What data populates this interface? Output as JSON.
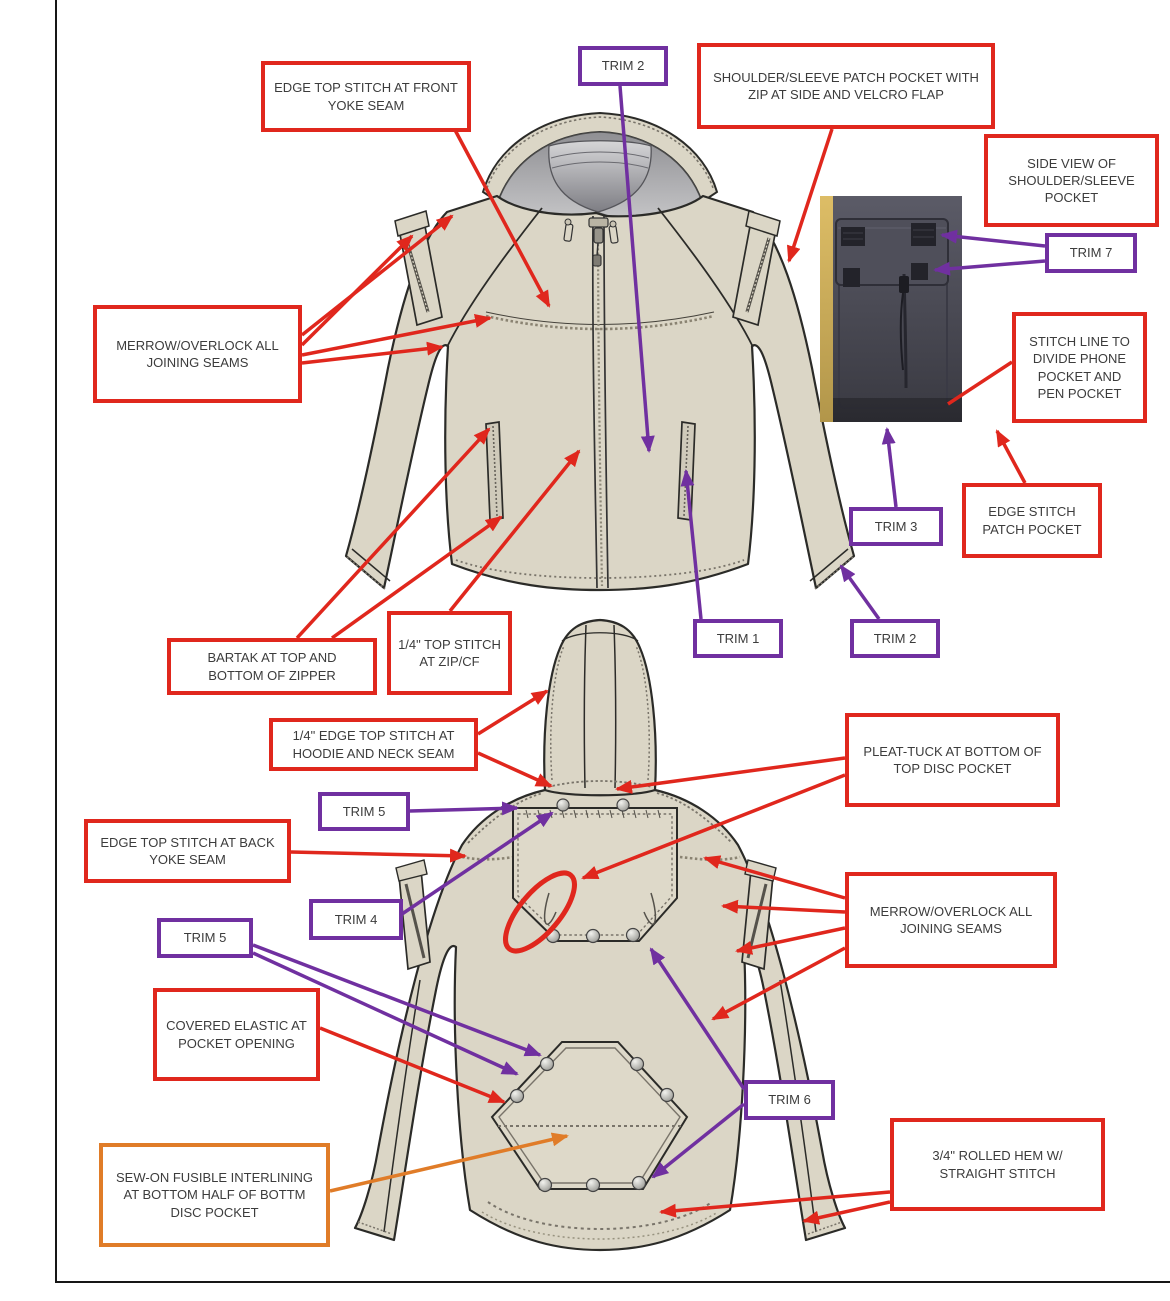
{
  "colors": {
    "annotation_red": "#e0271d",
    "annotation_purple": "#7030a0",
    "annotation_orange": "#e07c28",
    "fabric_beige": "#dbd6c6",
    "outline": "#2b2b28"
  },
  "callouts": [
    {
      "id": "trim2-top",
      "color": "purple",
      "label": "TRIM 2"
    },
    {
      "id": "edge-top-stitch-front-yoke",
      "color": "red",
      "label": "EDGE TOP STITCH AT FRONT YOKE SEAM"
    },
    {
      "id": "shoulder-sleeve-patch",
      "color": "red",
      "label": "SHOULDER/SLEEVE PATCH POCKET WITH ZIP AT SIDE AND VELCRO FLAP"
    },
    {
      "id": "side-view-pocket",
      "color": "red",
      "label": "SIDE VIEW OF SHOULDER/SLEEVE POCKET"
    },
    {
      "id": "trim7",
      "color": "purple",
      "label": "TRIM 7"
    },
    {
      "id": "merrow-left",
      "color": "red",
      "label": "MERROW/OVERLOCK ALL JOINING SEAMS"
    },
    {
      "id": "stitch-line-divide",
      "color": "red",
      "label": "STITCH LINE TO DIVIDE PHONE POCKET AND PEN POCKET"
    },
    {
      "id": "trim3",
      "color": "purple",
      "label": "TRIM 3"
    },
    {
      "id": "edge-stitch-patch-pocket",
      "color": "red",
      "label": "EDGE STITCH PATCH POCKET"
    },
    {
      "id": "bartak",
      "color": "red",
      "label": "BARTAK AT TOP AND BOTTOM OF ZIPPER"
    },
    {
      "id": "quarter-top-stitch-zip",
      "color": "red",
      "label": "1/4\" TOP STITCH AT ZIP/CF"
    },
    {
      "id": "trim1",
      "color": "purple",
      "label": "TRIM 1"
    },
    {
      "id": "trim2-mid",
      "color": "purple",
      "label": "TRIM 2"
    },
    {
      "id": "quarter-edge-top-stitch-hoodie",
      "color": "red",
      "label": "1/4\" EDGE TOP STITCH AT HOODIE AND NECK SEAM"
    },
    {
      "id": "pleat-tuck",
      "color": "red",
      "label": "PLEAT-TUCK AT BOTTOM OF TOP DISC POCKET"
    },
    {
      "id": "trim5-a",
      "color": "purple",
      "label": "TRIM 5"
    },
    {
      "id": "edge-top-stitch-back-yoke",
      "color": "red",
      "label": "EDGE TOP STITCH AT BACK YOKE SEAM"
    },
    {
      "id": "trim4",
      "color": "purple",
      "label": "TRIM 4"
    },
    {
      "id": "trim5-b",
      "color": "purple",
      "label": "TRIM 5"
    },
    {
      "id": "merrow-right",
      "color": "red",
      "label": "MERROW/OVERLOCK ALL JOINING SEAMS"
    },
    {
      "id": "covered-elastic",
      "color": "red",
      "label": "COVERED ELASTIC AT POCKET OPENING"
    },
    {
      "id": "trim6",
      "color": "purple",
      "label": "TRIM 6"
    },
    {
      "id": "rolled-hem",
      "color": "red",
      "label": "3/4\" ROLLED HEM W/ STRAIGHT STITCH"
    },
    {
      "id": "sew-on-fusible",
      "color": "orange",
      "label": "SEW-ON FUSIBLE INTERLINING AT BOTTOM HALF OF BOTTM DISC POCKET"
    }
  ]
}
